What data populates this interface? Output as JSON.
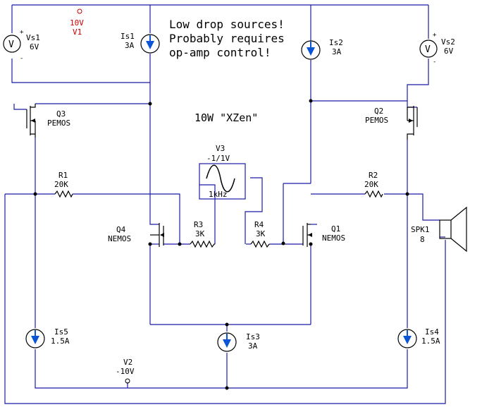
{
  "note": {
    "line1": "Low drop sources!",
    "line2": "Probably requires",
    "line3": "op-amp control!"
  },
  "title": "10W \"XZen\"",
  "components": {
    "vs1": {
      "name": "Vs1",
      "value": "6V"
    },
    "vs2": {
      "name": "Vs2",
      "value": "6V"
    },
    "v1": {
      "name": "V1",
      "value": "10V"
    },
    "v2": {
      "name": "V2",
      "value": "-10V"
    },
    "v3": {
      "name": "V3",
      "value": "-1/1V",
      "freq": "1kHz"
    },
    "is1": {
      "name": "Is1",
      "value": "3A"
    },
    "is2": {
      "name": "Is2",
      "value": "3A"
    },
    "is3": {
      "name": "Is3",
      "value": "3A"
    },
    "is4": {
      "name": "Is4",
      "value": "1.5A"
    },
    "is5": {
      "name": "Is5",
      "value": "1.5A"
    },
    "q1": {
      "name": "Q1",
      "type": "NEMOS"
    },
    "q2": {
      "name": "Q2",
      "type": "PEMOS"
    },
    "q3": {
      "name": "Q3",
      "type": "PEMOS"
    },
    "q4": {
      "name": "Q4",
      "type": "NEMOS"
    },
    "r1": {
      "name": "R1",
      "value": "20K"
    },
    "r2": {
      "name": "R2",
      "value": "20K"
    },
    "r3": {
      "name": "R3",
      "value": "3K"
    },
    "r4": {
      "name": "R4",
      "value": "3K"
    },
    "spk1": {
      "name": "SPK1",
      "value": "8"
    }
  },
  "colors": {
    "wire": "#1a1aa6",
    "source_arrow": "#0a54d6",
    "supply_label": "#cc0000"
  }
}
